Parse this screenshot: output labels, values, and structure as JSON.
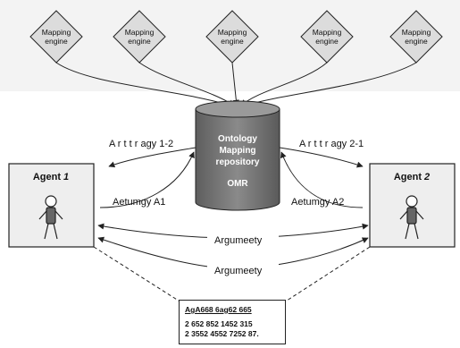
{
  "mapping_engines": [
    {
      "label_line1": "Mapping",
      "label_line2": "engine"
    },
    {
      "label_line1": "Mapping",
      "label_line2": "engine"
    },
    {
      "label_line1": "Mapping",
      "label_line2": "engine"
    },
    {
      "label_line1": "Mapping",
      "label_line2": "engine"
    },
    {
      "label_line1": "Mapping",
      "label_line2": "engine"
    }
  ],
  "repository": {
    "line1": "Ontology",
    "line2": "Mapping",
    "line3": "repository",
    "abbr": "OMR"
  },
  "agents": [
    {
      "title_prefix": "Agent ",
      "title_num": "1"
    },
    {
      "title_prefix": "Agent ",
      "title_num": "2"
    }
  ],
  "edge_labels": {
    "left_strategy": "A r t t r agy 1-2",
    "right_strategy": "A r t t r agy 2-1",
    "left_argument": "Aetumgy A1",
    "right_argument": "Aetumgy A2",
    "argument_top": "Argumeety",
    "argument_bottom": "Argumeety"
  },
  "note": {
    "header": "AgA668 6ag62 665",
    "line1": "2 652 852 1452 315",
    "line2": "2 3552 4552 7252 87."
  },
  "colors": {
    "repository_fill": "#7a7a7a",
    "diamond_fill": "#dcdcdc",
    "agent_box_fill": "#eeeeee",
    "stroke": "#222222"
  }
}
